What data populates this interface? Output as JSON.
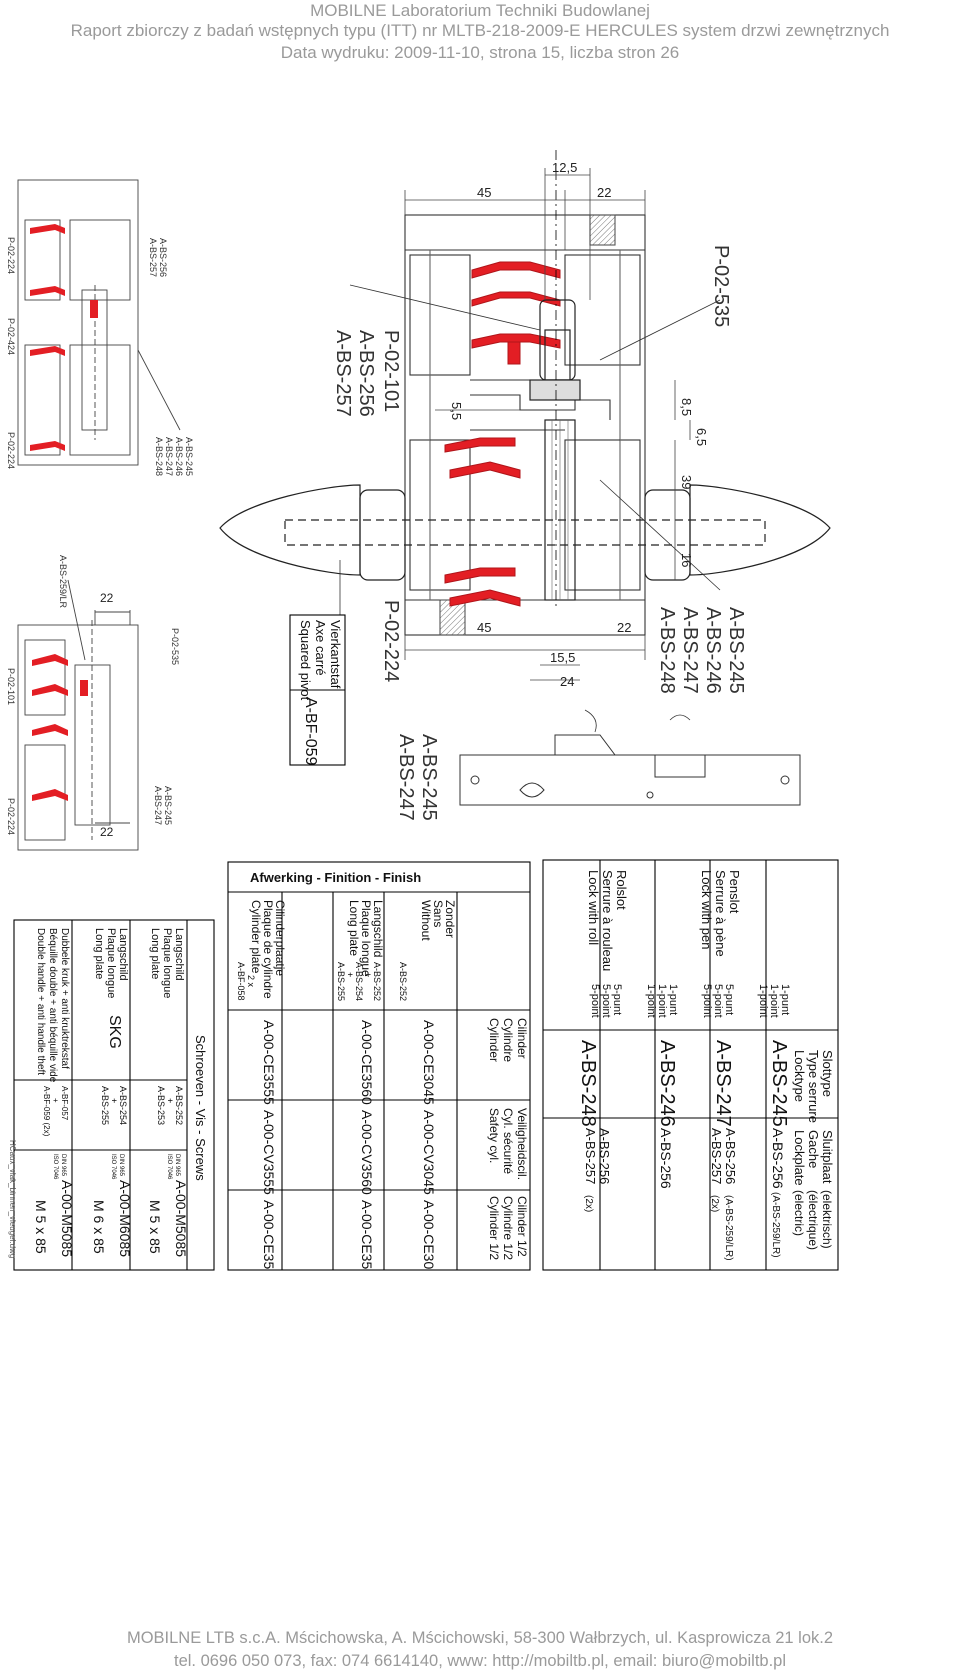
{
  "header": {
    "line1": "MOBILNE  Laboratorium Techniki Budowlanej",
    "line2": "Raport zbiorczy z badań wstępnych typu (ITT) nr MLTB-218-2009-E HERCULES system drzwi zewnętrznych",
    "line3": "Data wydruku: 2009-11-10, strona 15, liczba stron 26"
  },
  "footer": {
    "line1": "MOBILNE LTB s.c.A. Mścichowska, A. Mścichowski, 58-300 Wałbrzych, ul. Kasprowicza 21 lok.2",
    "line2": "tel. 0696 050 073, fax: 074 6614140, www: http://mobiltb.pl, email: biuro@mobiltb.pl"
  },
  "drawing": {
    "dims": {
      "d12_5": "12,5",
      "d45_top": "45",
      "d22_top": "22",
      "d8_5": "8,5",
      "d6_5": "6,5",
      "d5_5": "5,5",
      "d39": "39",
      "d16": "16",
      "d45_bot": "45",
      "d22_bot": "22",
      "d15_5": "15,5",
      "d24": "24",
      "d22_small_top": "22",
      "d22_small_bot": "22"
    },
    "labels": {
      "p02_535": "P-02-535",
      "p02_101": "P-02-101",
      "abs256": "A-BS-256",
      "abs257": "A-BS-257",
      "p02_224": "P-02-224",
      "abs245": "A-BS-245",
      "abs246": "A-BS-246",
      "abs247": "A-BS-247",
      "abs248": "A-BS-248",
      "abs245b": "A-BS-245",
      "abs247b": "A-BS-247",
      "abf059": "A-BF-059",
      "vierkant": "Vierkantstaf",
      "axe": "Axe carré",
      "squared": "Squared pivot",
      "small_top_l1": "P-02-224",
      "small_top_l2": "P-02-424",
      "small_top_l3": "P-02-224",
      "small_top_r1": "A-BS-256",
      "small_top_r2": "A-BS-257",
      "small_top_r3": "A-BS-245",
      "small_top_r4": "A-BS-246",
      "small_top_r5": "A-BS-247",
      "small_top_r6": "A-BS-248",
      "small_bot_l1": "P-02-101",
      "small_bot_l2": "P-02-224",
      "small_bot_r1": "P-02-535",
      "small_bot_r2": "A-BS-245",
      "small_bot_r3": "A-BS-247",
      "small_bot_tag": "A-BS-259/LR"
    }
  },
  "table_lock": {
    "h_col1": [
      "Slottype",
      "Type serrure",
      "Locktype"
    ],
    "h_col2": [
      "Sluitplaat",
      "Gache",
      "Lockplate"
    ],
    "h_col2b": [
      "(elektrisch)",
      "(électrique)",
      "(electric)"
    ],
    "pen_label": [
      "Penslot",
      "Serrure à pène",
      "Lock with pen"
    ],
    "roll_label": [
      "Rolslot",
      "Serrure à rouleau",
      "Lock with roll"
    ],
    "r1_pts": [
      "1-punt",
      "1-point",
      "1-point"
    ],
    "r1_type": "A-BS-245",
    "r1_plate": "A-BS-256",
    "r1_extra": "(A-BS-259/LR)",
    "r2_pts": [
      "5-punt",
      "5-point",
      "5-point"
    ],
    "r2_type": "A-BS-247",
    "r2_plate1": "A-BS-256",
    "r2_plate2": "A-BS-257",
    "r2_2x": "(2x)",
    "r2_extra": "(A-BS-259/LR)",
    "r3_pts": [
      "1-punt",
      "1-point",
      "1-point"
    ],
    "r3_type": "A-BS-246",
    "r3_plate": "A-BS-256",
    "r4_pts": [
      "5-punt",
      "5-point",
      "5-point"
    ],
    "r4_type": "A-BS-248",
    "r4_plate1": "A-BS-256",
    "r4_plate2": "A-BS-257",
    "r4_2x": "(2x)"
  },
  "table_finish": {
    "title": "Afwerking - Finition - Finish",
    "c_cil": [
      "Cilinder",
      "Cylindre",
      "Cylinder"
    ],
    "c_veil": [
      "Veiligheidscil.",
      "Cyl. sécurité",
      "Safety cyl."
    ],
    "c_half": [
      "Cilinder 1/2",
      "Cylindre 1/2",
      "Cylinder 1/2"
    ],
    "r1_label": [
      "Zonder",
      "Sans",
      "Without"
    ],
    "r1_code": "A-BS-252",
    "r1_cil": "A-00-CE3045",
    "r1_veil": "A-00-CV3045",
    "r1_half": "A-00-CE30",
    "r2_label": [
      "Langschild",
      "Plaque longue",
      "Long plate"
    ],
    "r2_codes": [
      "A-BS-252",
      "+",
      "A-BS-254",
      "+",
      "A-BS-255"
    ],
    "r2_cil": "A-00-CE3560",
    "r2_veil": "A-00-CV3560",
    "r2_half": "A-00-CE35",
    "r3_label": [
      "Cilinderplaatje",
      "Plaque de cylindre",
      "Cylinder plate"
    ],
    "r3_codes": [
      "2 x",
      "A-BF-058"
    ],
    "r3_cil": "A-00-CE3555",
    "r3_veil": "A-00-CV3555",
    "r3_half": "A-00-CE35"
  },
  "table_screws": {
    "title": "Schroeven - Vis - Screws",
    "r1_label": [
      "Langschild",
      "Plaque longue",
      "Long plate"
    ],
    "r1_codes": [
      "A-BS-252",
      "+",
      "A-BS-253"
    ],
    "r1_din": [
      "DIN 965",
      "ISO 7046"
    ],
    "r1_code": "A-00-M5085",
    "r1_size": "M 5 x 85",
    "r2_label": [
      "Langschild",
      "Plaque longue",
      "Long plate"
    ],
    "r2_skg": "SKG",
    "r2_codes": [
      "A-BS-254",
      "+",
      "A-BS-255"
    ],
    "r2_din": [
      "DIN 965",
      "ISO 7046"
    ],
    "r2_code": "A-00-M6085",
    "r2_size": "M 6 x 85",
    "r3_label": [
      "Dubbele kruk + anti kruktrekstaf",
      "Béquille double + anti béquille vide",
      "Double handle + anti handle theft"
    ],
    "r3_codes": [
      "A-BF-057",
      "+",
      "A-BF-059 (2x)"
    ],
    "r3_din": [
      "DIN 965",
      "ISO 7046"
    ],
    "r3_code": "A-00-M5085",
    "r3_size": "M 5 x 85",
    "file": "HCaux_vlak_binnen_vleugel.dwg"
  }
}
